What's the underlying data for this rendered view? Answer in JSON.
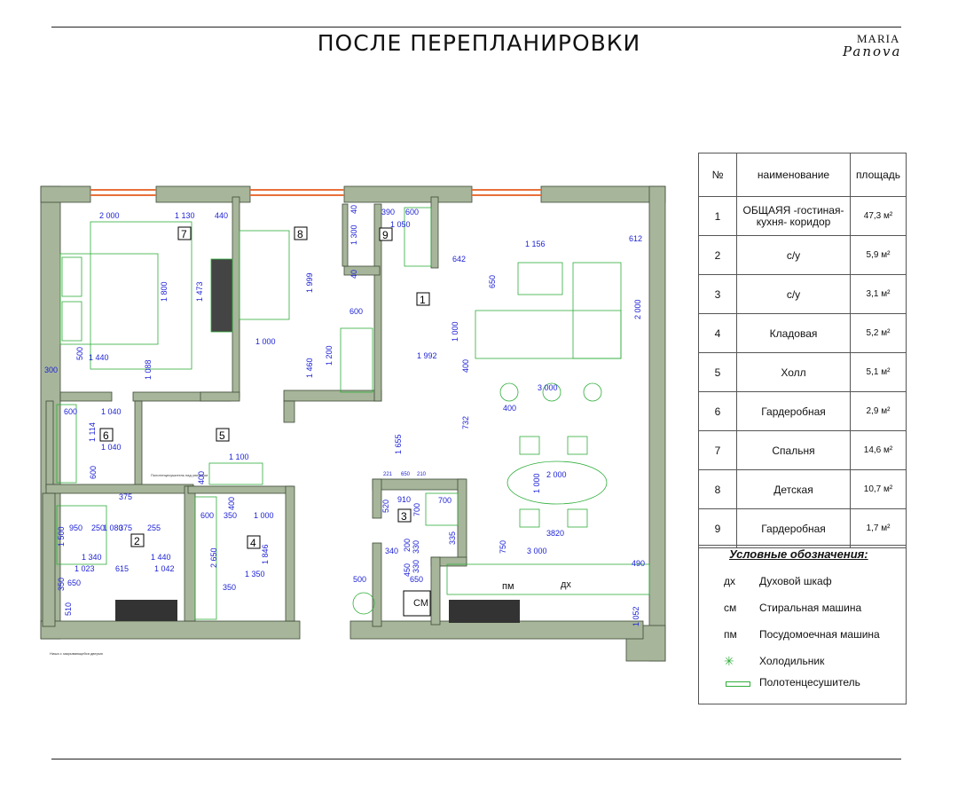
{
  "header": {
    "title": "ПОСЛЕ ПЕРЕПЛАНИРОВКИ",
    "logo_line1": "MARIA",
    "logo_line2": "Panova"
  },
  "plan": {
    "room_numbers": [
      "1",
      "2",
      "3",
      "4",
      "5",
      "6",
      "7",
      "8",
      "9"
    ],
    "dims": {
      "d2000top": "2 000",
      "d1130": "1 130",
      "d440": "440",
      "d1800": "1 800",
      "d1473": "1 473",
      "d1440a": "1 440",
      "d500a": "500",
      "d300": "300",
      "d1088": "1 088",
      "d600a": "600",
      "d1040a": "1 040",
      "d1114": "1 114",
      "d1040b": "1 040",
      "d600b": "600",
      "d1999": "1 999",
      "d1300": "1 300",
      "d40a": "40",
      "d40b": "40",
      "d600c": "600",
      "d1000a": "1 000",
      "d1460": "1 460",
      "d1200": "1 200",
      "d390": "390",
      "d600d": "600",
      "d1050": "1 050",
      "d1992": "1 992",
      "d642": "642",
      "d650a": "650",
      "d1156": "1 156",
      "d612": "612",
      "d2000r": "2 000",
      "d1000b": "1 000",
      "d400a": "400",
      "d3000a": "3 000",
      "d400b": "400",
      "d732": "732",
      "d1655": "1 655",
      "d1100": "1 100",
      "d400c": "400",
      "d2000t": "2 000",
      "d1000c": "1 000",
      "d750": "750",
      "d3820": "3820",
      "d3000b": "3 000",
      "d490": "490",
      "d1052": "1 052",
      "d400d": "400",
      "d600e": "600",
      "d350a": "350",
      "d1000d": "1 000",
      "d2650": "2 650",
      "d1846": "1 846",
      "d1350": "1 350",
      "d350b": "350",
      "d375a": "375",
      "d950": "950",
      "d250": "250",
      "d1080": "1 080",
      "d375b": "375",
      "d255": "255",
      "d1500": "1 500",
      "d1340": "1 340",
      "d1440b": "1 440",
      "d1023": "1 023",
      "d1042": "1 042",
      "d615": "615",
      "d350c": "350",
      "d650b": "650",
      "d510": "510",
      "d520": "520",
      "d910": "910",
      "d700a": "700",
      "d700b": "700",
      "d340": "340",
      "d200": "200",
      "d330a": "330",
      "d330b": "330",
      "d335": "335",
      "d450": "450",
      "d650c": "650",
      "d500b": "500",
      "d221": "221",
      "d650s": "650",
      "d210": "210"
    },
    "appliance_labels": {
      "pm": "пм",
      "dh": "дх",
      "cm": "СМ"
    },
    "notes": {
      "towel_note": "Полотенцесушитель над унитазом",
      "niche_note": "Ниша с закрывающейся дверью"
    }
  },
  "table": {
    "headers": [
      "№",
      "наименование",
      "площадь"
    ],
    "rows": [
      {
        "num": "1",
        "name": "ОБЩАЯЯ -гостиная-кухня- коридор",
        "area": "47,3 м²"
      },
      {
        "num": "2",
        "name": "с/у",
        "area": "5,9 м²"
      },
      {
        "num": "3",
        "name": "с/у",
        "area": "3,1 м²"
      },
      {
        "num": "4",
        "name": "Кладовая",
        "area": "5,2 м²"
      },
      {
        "num": "5",
        "name": "Холл",
        "area": "5,1 м²"
      },
      {
        "num": "6",
        "name": "Гардеробная",
        "area": "2,9 м²"
      },
      {
        "num": "7",
        "name": "Спальня",
        "area": "14,6 м²"
      },
      {
        "num": "8",
        "name": "Детская",
        "area": "10,7 м²"
      },
      {
        "num": "9",
        "name": "Гардеробная",
        "area": "1,7 м²"
      }
    ]
  },
  "legend": {
    "title": "Условные обозначения:",
    "items": [
      {
        "symbol": "дх",
        "text": "Духовой шкаф"
      },
      {
        "symbol": "см",
        "text": "Стиральная машина"
      },
      {
        "symbol": "пм",
        "text": "Посудомоечная машина"
      },
      {
        "symbol": "✳",
        "text": "Холодильник"
      },
      {
        "symbol": "",
        "text": "Полотенцесушитель"
      }
    ]
  },
  "colors": {
    "wall": "#a7b59a",
    "wall_stroke": "#3e4a37",
    "furniture": "#2fae3a",
    "dim": "#1f24d6",
    "window": "#e8703a"
  }
}
